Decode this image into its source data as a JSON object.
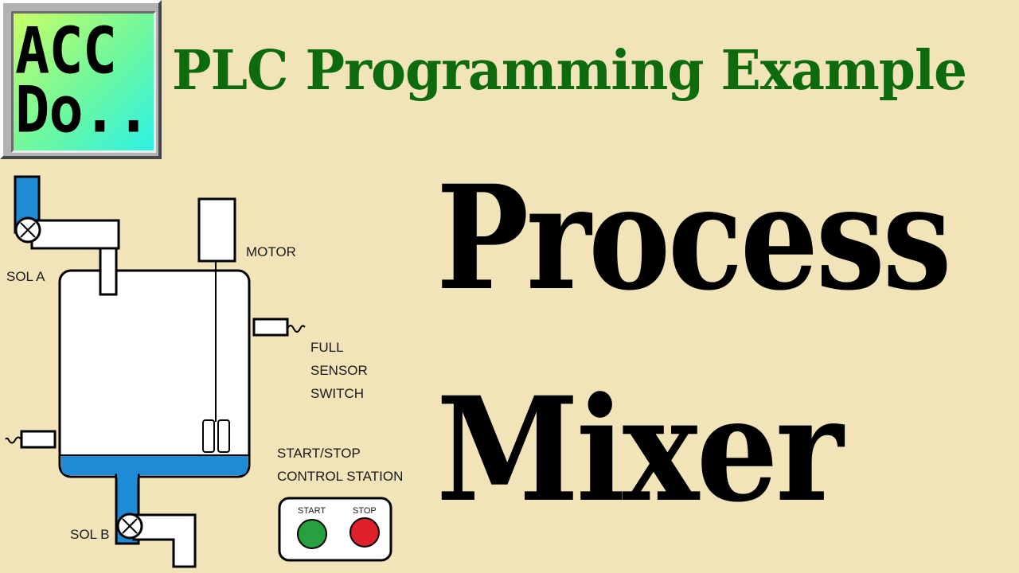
{
  "logo": {
    "line1": "ACC",
    "line2": "Do..."
  },
  "header": {
    "title": "PLC Programming Example"
  },
  "main": {
    "title_line1": "Process",
    "title_line2": "Mixer"
  },
  "diagram": {
    "labels": {
      "sol_a": "SOL A",
      "motor": "MOTOR",
      "full_1": "FULL",
      "full_2": "SENSOR",
      "full_3": "SWITCH",
      "start_stop_1": "START/STOP",
      "start_stop_2": "CONTROL STATION",
      "sol_b": "SOL B",
      "start": "START",
      "stop": "STOP"
    },
    "colors": {
      "background": "#f1e4b8",
      "liquid": "#1f8bd6",
      "title_green": "#0d6a0d",
      "start_button": "#27a03f",
      "stop_button": "#e0202a"
    }
  }
}
